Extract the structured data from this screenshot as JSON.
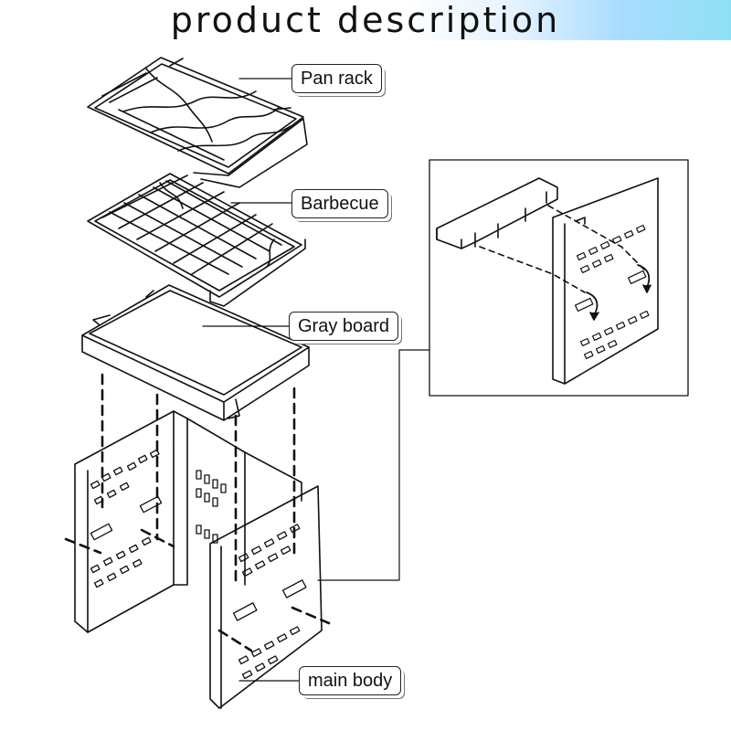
{
  "header": {
    "title": "product description"
  },
  "labels": {
    "pan_rack": "Pan rack",
    "barbecue": "Barbecue",
    "gray_board": "Gray board",
    "main_body": "main body"
  },
  "colors": {
    "line": "#111111",
    "header_accent": "#8fe0f3"
  }
}
